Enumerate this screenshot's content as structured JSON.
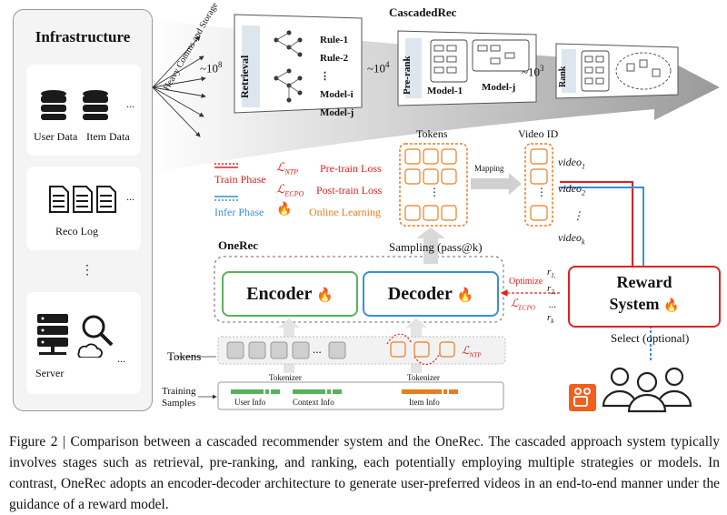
{
  "infrastructure": {
    "title": "Infrastructure",
    "user_data": "User Data",
    "item_data": "Item Data",
    "ellipsis": "...",
    "reco_log": "Reco Log",
    "server": "Server",
    "heavy_comms": "Heavy Comms and Storage"
  },
  "cascaded": {
    "title": "CascadedRec",
    "count1": "~10",
    "exp1": "8",
    "count2": "~10",
    "exp2": "4",
    "count3": "~10",
    "exp3": "3",
    "retrieval": "Retrieval",
    "rules": [
      "Rule-1",
      "Rule-2",
      "⋮",
      "Model-i",
      "Model-j"
    ],
    "prerank": "Pre-rank",
    "model1": "Model-1",
    "modelj": "Model-j",
    "rank": "Rank"
  },
  "legend": {
    "train_phase": "Train Phase",
    "infer_phase": "Infer Phase",
    "l_ntp": "ℒ",
    "ntp_sub": "NTP",
    "l_ecpo": "ℒ",
    "ecpo_sub": "ECPO",
    "pretrain": "Pre-train Loss",
    "posttrain": "Post-train Loss",
    "online": "Online Learning"
  },
  "onerec": {
    "title": "OneRec",
    "tokens_top": "Tokens",
    "video_id": "Video ID",
    "mapping": "Mapping",
    "videos": [
      "video",
      "video",
      "video"
    ],
    "video_subs": [
      "1",
      "2",
      "k"
    ],
    "vdots": "⋮",
    "sampling": "Sampling (pass@k)",
    "encoder": "Encoder",
    "decoder": "Decoder",
    "reward_line1": "Reward",
    "reward_line2": "System",
    "optimize": "Optimize",
    "l_ecpo2": "ℒ",
    "ecpo2_sub": "ECPO",
    "r_labels": [
      "r",
      "r",
      "...",
      "r"
    ],
    "r_subs": [
      "1,",
      "2,",
      "",
      "k"
    ],
    "select": "Select (optional)",
    "tokens_bottom": "Tokens",
    "training_samples_1": "Training",
    "training_samples_2": "Samples",
    "tokenizer1": "Tokenizer",
    "tokenizer2": "Tokenizer",
    "user_info": "User Info",
    "context_info": "Context Info",
    "item_info": "Item Info",
    "l_ntp2": "ℒ",
    "ntp2_sub": "NTP",
    "dots": "..."
  },
  "caption": "Figure 2 | Comparison between a cascaded recommender system and the OneRec. The cascaded approach system typically involves stages such as retrieval, pre-ranking, and ranking, each potentially employing multiple strategies or models. In contrast, OneRec adopts an encoder-decoder architecture to generate user-preferred videos in an end-to-end manner under the guidance of a reward model.",
  "colors": {
    "green": "#56b35a",
    "blue": "#3b8fd6",
    "red": "#e02020",
    "orange": "#e87d1e",
    "gray": "#8a8a8a"
  }
}
